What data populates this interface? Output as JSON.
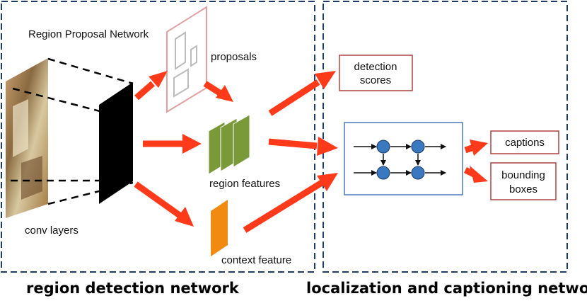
{
  "left_panel": {
    "title": "region detection network",
    "rpn_label": "Region Proposal Network",
    "proposals_label": "proposals",
    "conv_label": "conv layers",
    "region_features_label": "region features",
    "context_feature_label": "context feature"
  },
  "right_panel": {
    "title": "localization and captioning network",
    "detection_scores_line1": "detection",
    "detection_scores_line2": "scores",
    "captions_label": "captions",
    "bounding_boxes_line1": "bounding",
    "bounding_boxes_line2": "boxes"
  },
  "colors": {
    "arrow": "#ff3a1a",
    "panel_border": "#1f3d66",
    "output_box_border": "#b04040",
    "rnn_box_border": "#4b78b8",
    "rnn_node": "#3a78c0",
    "feature_green": "#7a9a3a",
    "context_orange": "#f08a10",
    "proposal_border": "#e0a0a0"
  }
}
